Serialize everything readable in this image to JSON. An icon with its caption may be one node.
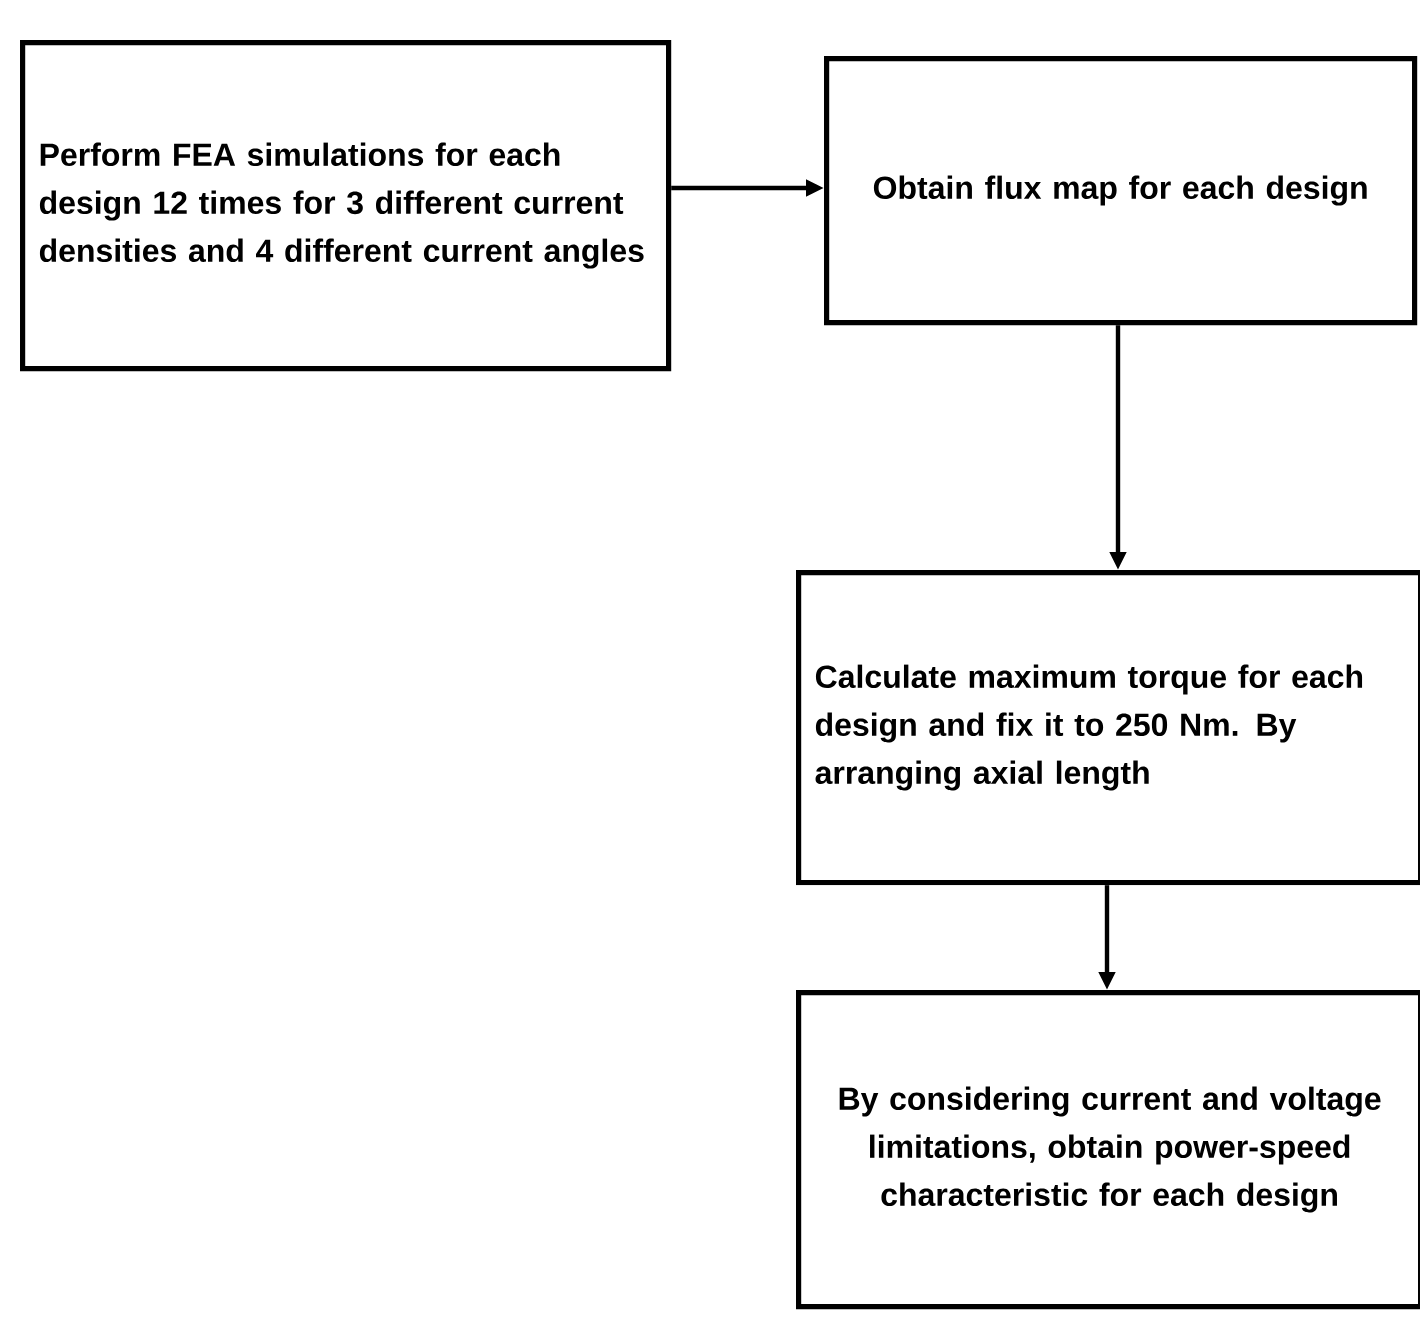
{
  "diagram": {
    "nodes": [
      {
        "text": [
          "Perform FEA simulations for each design 12 times for 3 different current densities and 4 different current angles"
        ]
      },
      {
        "text": [
          "Obtain flux map for each design"
        ]
      },
      {
        "text": [
          "Calculate maximum torque for each design and fix it to 250 Nm. By arranging axial length"
        ]
      },
      {
        "text": [
          "By considering current and voltage limitations, obtain power-speed characteristic for each design"
        ]
      }
    ],
    "edges": [
      {
        "from": 0,
        "to": 1,
        "arrow": "to"
      },
      {
        "from": 1,
        "to": 2,
        "arrow": "to"
      },
      {
        "from": 2,
        "to": 3,
        "arrow": "to"
      }
    ]
  }
}
